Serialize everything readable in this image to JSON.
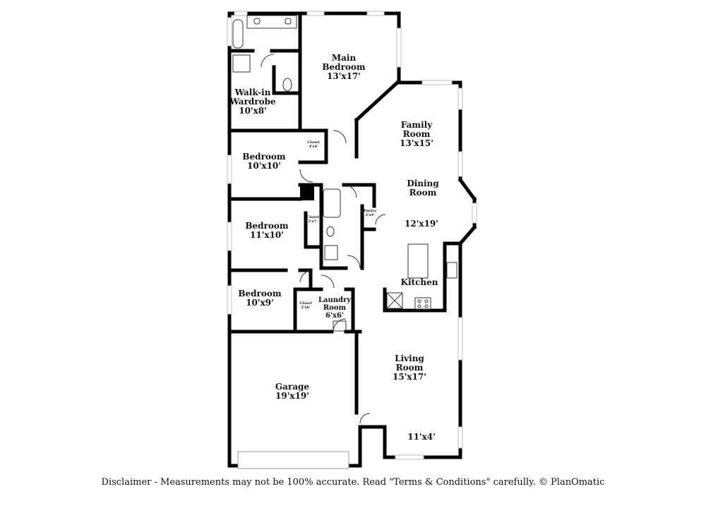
{
  "rooms": {
    "main_bedroom": {
      "name": "Main Bedroom",
      "name_l1": "Main",
      "name_l2": "Bedroom",
      "dims": "13'x17'"
    },
    "walk_in": {
      "name_l1": "Walk-in",
      "name_l2": "Wardrobe",
      "dims": "10'x8'"
    },
    "family_room": {
      "name_l1": "Family",
      "name_l2": "Room",
      "dims": "13'x15'"
    },
    "bedroom_1": {
      "name": "Bedroom",
      "dims": "10'x10'"
    },
    "closet_1": {
      "name": "Closet",
      "dims": "4'x4'"
    },
    "dining_room": {
      "name_l1": "Dining",
      "name_l2": "Room",
      "dims": "12'x19'"
    },
    "pantry": {
      "name": "Pantry",
      "dims": "2'x4'"
    },
    "bedroom_2": {
      "name": "Bedroom",
      "dims": "11'x10'"
    },
    "closet_2": {
      "name": "Closet",
      "dims": "2'x7'"
    },
    "kitchen": {
      "name": "Kitchen"
    },
    "bedroom_3": {
      "name": "Bedroom",
      "dims": "10'x9'"
    },
    "closet_3": {
      "name": "Closet",
      "dims": "2'x6'"
    },
    "laundry": {
      "name_l1": "Laundry",
      "name_l2": "Room",
      "dims": "6'x6'"
    },
    "living_room": {
      "name_l1": "Living",
      "name_l2": "Room",
      "dims": "15'x17'"
    },
    "garage": {
      "name": "Garage",
      "dims": "19'x19'"
    },
    "entry": {
      "dims": "11'x4'"
    }
  },
  "disclaimer": "Disclaimer - Measurements may not be 100% accurate. Read \"Terms & Conditions\" carefully. © PlanOmatic",
  "colors": {
    "wall": "#000000",
    "background": "#ffffff",
    "window": "#bfbfbf"
  }
}
